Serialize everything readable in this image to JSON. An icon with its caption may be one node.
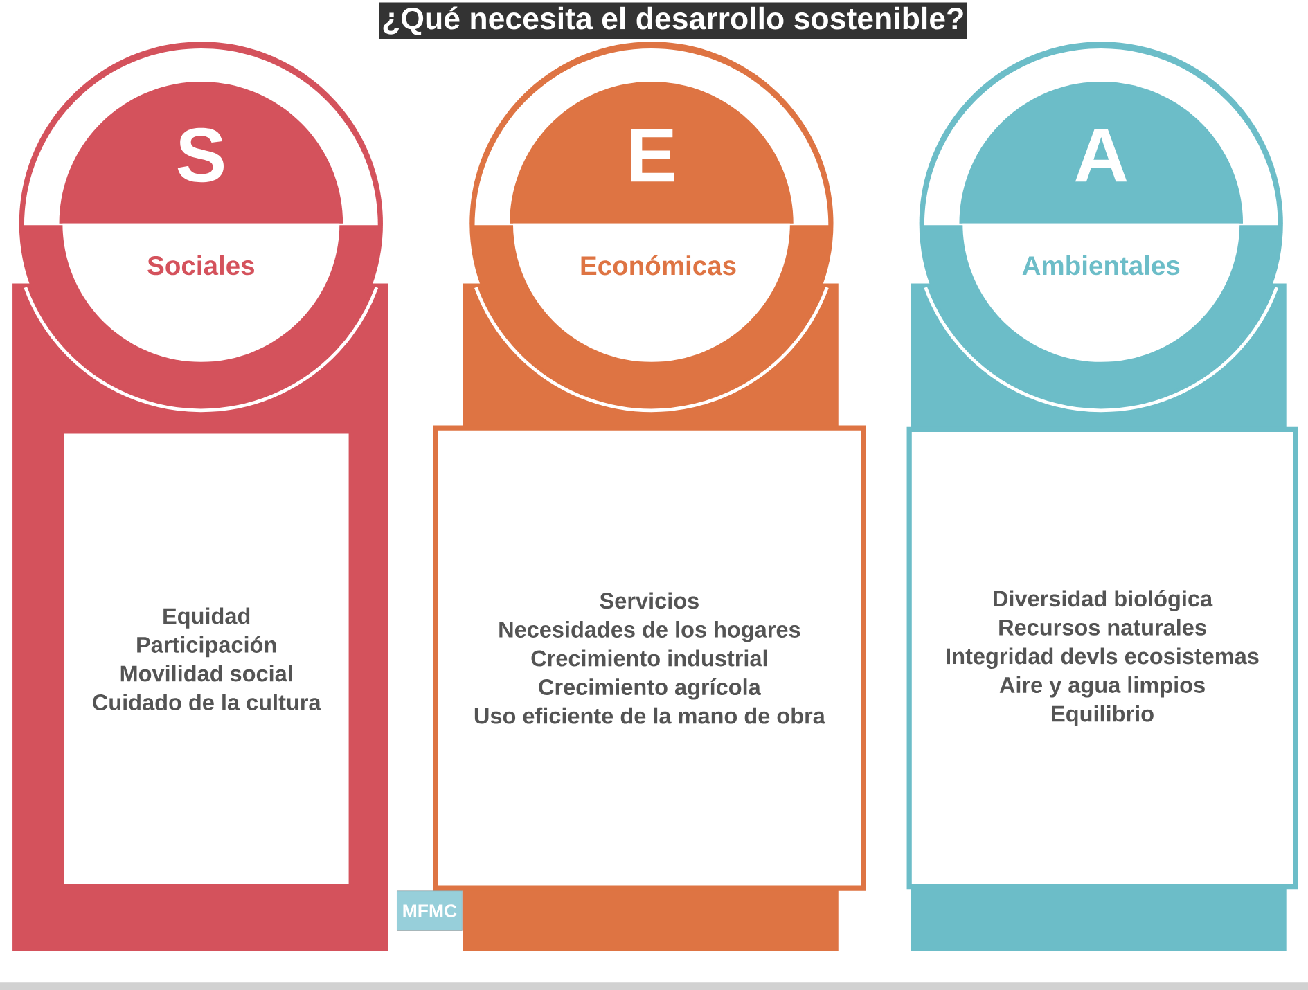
{
  "diagram": {
    "title": "¿Qué necesita el desarrollo sostenible?",
    "nodes": [
      {
        "text": [
          "S",
          "Sociales"
        ]
      },
      {
        "text": [
          "Equidad",
          "Participación",
          "Movilidad social",
          "Cuidado de la cultura"
        ]
      },
      {
        "text": [
          "E",
          "Económicas"
        ]
      },
      {
        "text": [
          "Servicios",
          "Necesidades de los hogares",
          "Crecimiento industrial",
          "Crecimiento agrícola",
          "Uso eficiente de la mano de obra"
        ]
      },
      {
        "text": [
          "A",
          "Ambientales"
        ]
      },
      {
        "text": [
          "Diversidad biológica",
          "Recursos naturales",
          "Integridad devls ecosistemas",
          "Aire y agua limpios",
          "Equilibrio"
        ]
      }
    ],
    "labels": [
      "MFMC"
    ]
  }
}
